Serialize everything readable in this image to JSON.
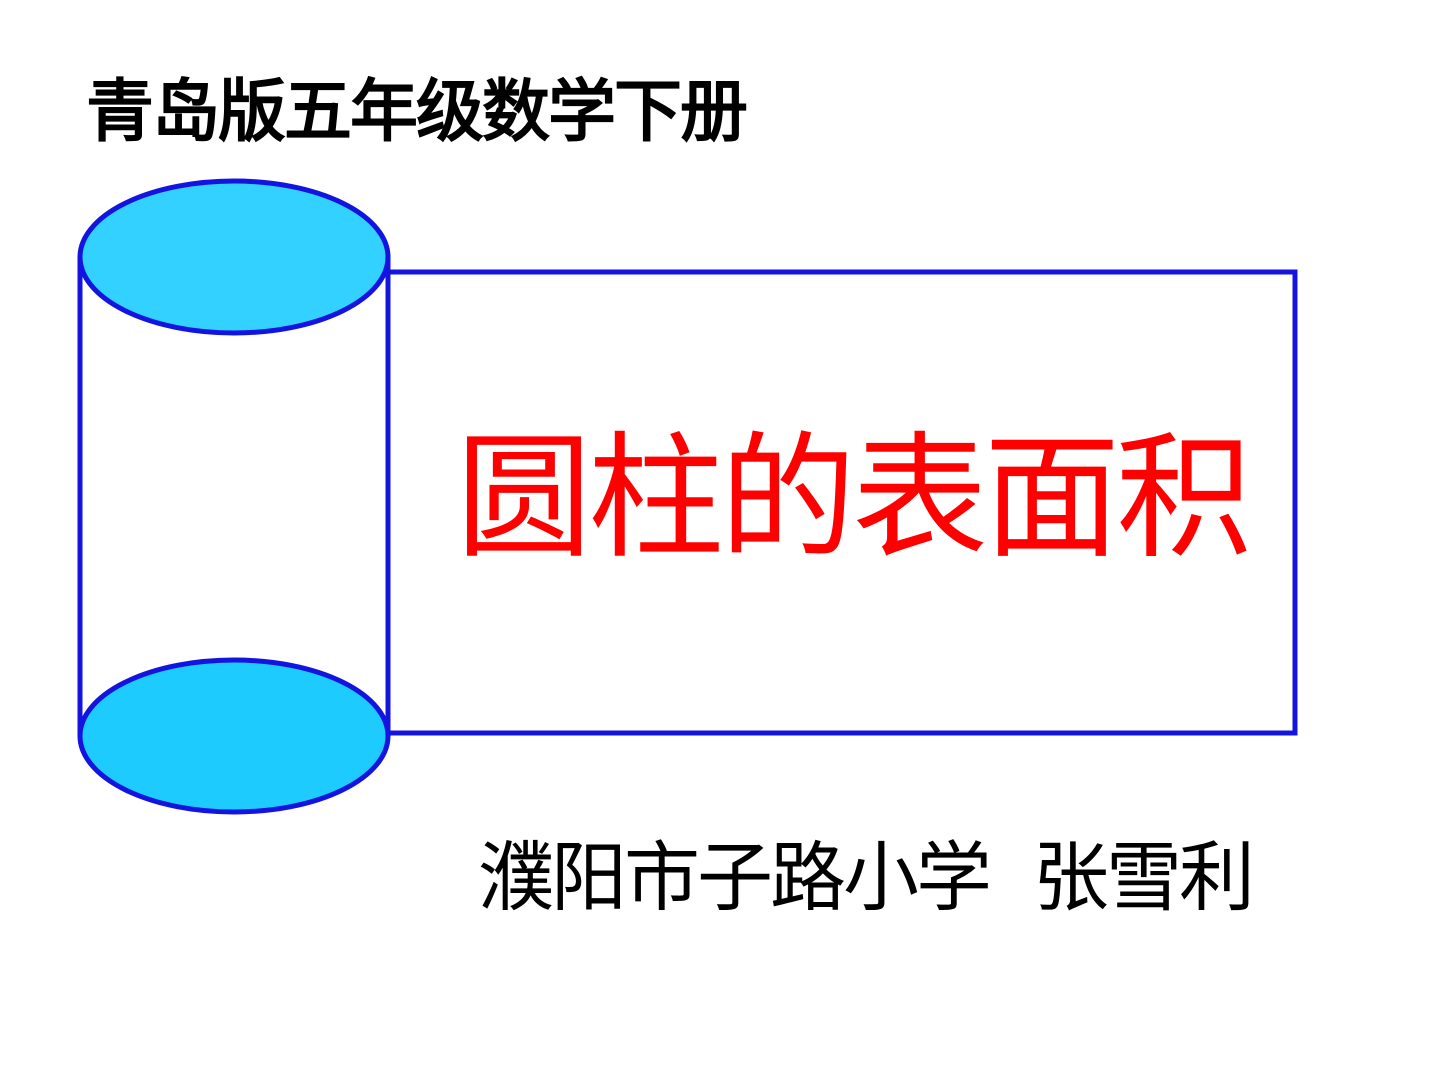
{
  "slide": {
    "series_title": "青岛版五年级数学下册",
    "lesson_title": "圆柱的表面积",
    "school": "濮阳市子路小学",
    "author": "张雪利"
  },
  "colors": {
    "outline": "#1414e0",
    "cylinder_fill": "#1ecbff",
    "lesson_title": "#ff0000",
    "text": "#000000",
    "background": "#ffffff"
  }
}
